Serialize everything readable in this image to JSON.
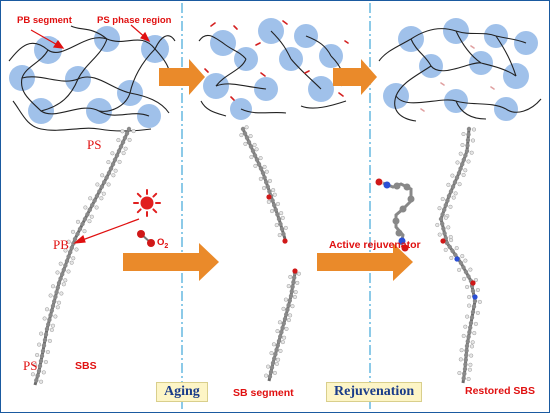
{
  "labels": {
    "pb_segment": "PB segment",
    "ps_phase_region": "PS phase region",
    "ps_top": "PS",
    "pb_mid": "PB",
    "ps_bottom": "PS",
    "sbs": "SBS",
    "o2_base": "O",
    "o2_sub": "2",
    "aging": "Aging",
    "sb_segment": "SB segment",
    "rejuvenation": "Rejuvenation",
    "active_rejuvenator": "Active rejuvenator",
    "restored_sbs": "Restored SBS"
  },
  "colors": {
    "arrow": "#ea8a2a",
    "ps_domain": "#8fb6e6",
    "divider": "#3fa6d8",
    "label_red": "#e01010",
    "box_text": "#1a3c8a",
    "box_fill": "#fdf5c6"
  },
  "icons": [
    "sun-icon",
    "oxygen-molecule-icon",
    "process-arrow-icon"
  ]
}
